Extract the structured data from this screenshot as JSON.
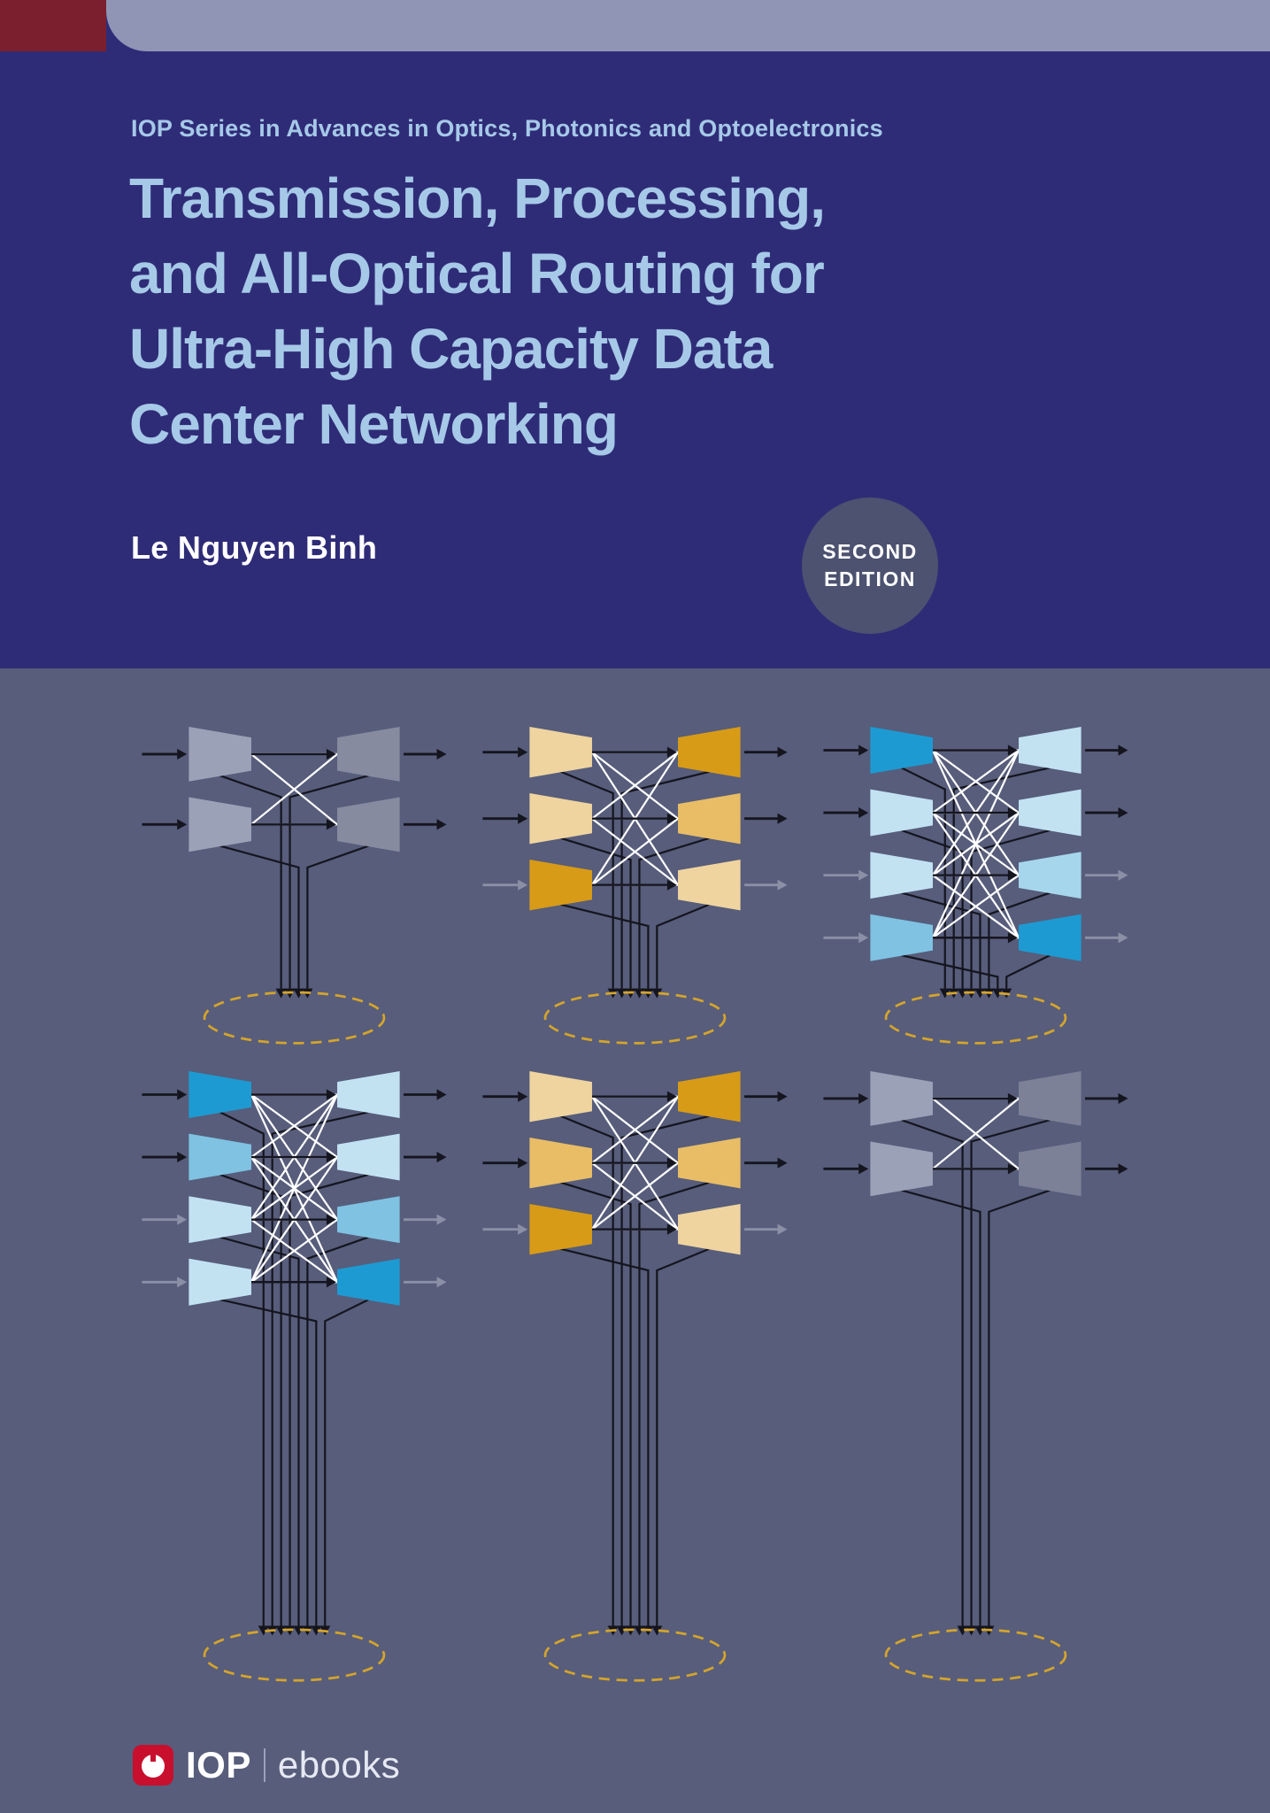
{
  "cover": {
    "series": "IOP Series in Advances in Optics, Photonics and Optoelectronics",
    "title_lines": [
      "Transmission, Processing,",
      "and All-Optical Routing for",
      "Ultra-High Capacity Data",
      "Center Networking"
    ],
    "author": "Le Nguyen Binh",
    "edition_badge": {
      "line1": "SECOND",
      "line2": "EDITION"
    },
    "publisher": {
      "brand": "IOP",
      "product": "ebooks"
    }
  },
  "colors": {
    "top_panel": "#2f2c77",
    "title_text": "#a6c9e8",
    "top_band": "#9095b5",
    "corner_block": "#7b1f2e",
    "bottom_panel": "#575d7b",
    "badge_circle": "#4c5270",
    "ellipse_gold": "#d4a42c",
    "arrow_black": "#15151f",
    "arrow_gray": "#8b90a6",
    "logo_red": "#c8102e"
  },
  "diagrams": [
    {
      "name": "switch-2x2-gray-light",
      "ports": 2,
      "left_colors": [
        "#9ba1b6",
        "#9ba1b6"
      ],
      "right_colors": [
        "#868b9f",
        "#868b9f"
      ],
      "in_arrow_colors": [
        "#15151f",
        "#15151f"
      ],
      "out_arrow_colors": [
        "#15151f",
        "#15151f"
      ]
    },
    {
      "name": "switch-3x3-gold",
      "ports": 3,
      "left_colors": [
        "#efd49f",
        "#efd49f",
        "#d89b17"
      ],
      "right_colors": [
        "#d89b17",
        "#e8bd66",
        "#efd49f"
      ],
      "in_arrow_colors": [
        "#15151f",
        "#15151f",
        "#8b90a6"
      ],
      "out_arrow_colors": [
        "#15151f",
        "#15151f",
        "#8b90a6"
      ]
    },
    {
      "name": "switch-4x4-blue",
      "ports": 4,
      "left_colors": [
        "#1e9ad2",
        "#c2e2f2",
        "#c2e2f2",
        "#7fc2e2"
      ],
      "right_colors": [
        "#c2e2f2",
        "#c2e2f2",
        "#a6d6ec",
        "#1e9ad2"
      ],
      "in_arrow_colors": [
        "#15151f",
        "#15151f",
        "#8b90a6",
        "#8b90a6"
      ],
      "out_arrow_colors": [
        "#15151f",
        "#15151f",
        "#8b90a6",
        "#8b90a6"
      ]
    },
    {
      "name": "switch-4x4-blue-2",
      "ports": 4,
      "left_colors": [
        "#1e9ad2",
        "#7fc2e2",
        "#c2e2f2",
        "#c2e2f2"
      ],
      "right_colors": [
        "#c2e2f2",
        "#c2e2f2",
        "#7fc2e2",
        "#1e9ad2"
      ],
      "in_arrow_colors": [
        "#15151f",
        "#15151f",
        "#8b90a6",
        "#8b90a6"
      ],
      "out_arrow_colors": [
        "#15151f",
        "#15151f",
        "#8b90a6",
        "#8b90a6"
      ]
    },
    {
      "name": "switch-3x3-gold-2",
      "ports": 3,
      "left_colors": [
        "#efd49f",
        "#e8bd66",
        "#d89b17"
      ],
      "right_colors": [
        "#d89b17",
        "#e8bd66",
        "#efd49f"
      ],
      "in_arrow_colors": [
        "#15151f",
        "#15151f",
        "#8b90a6"
      ],
      "out_arrow_colors": [
        "#15151f",
        "#15151f",
        "#8b90a6"
      ]
    },
    {
      "name": "switch-2x2-gray-dark",
      "ports": 2,
      "left_colors": [
        "#9ba1b6",
        "#9ba1b6"
      ],
      "right_colors": [
        "#7c8197",
        "#7c8197"
      ],
      "in_arrow_colors": [
        "#15151f",
        "#15151f"
      ],
      "out_arrow_colors": [
        "#15151f",
        "#15151f"
      ]
    }
  ]
}
